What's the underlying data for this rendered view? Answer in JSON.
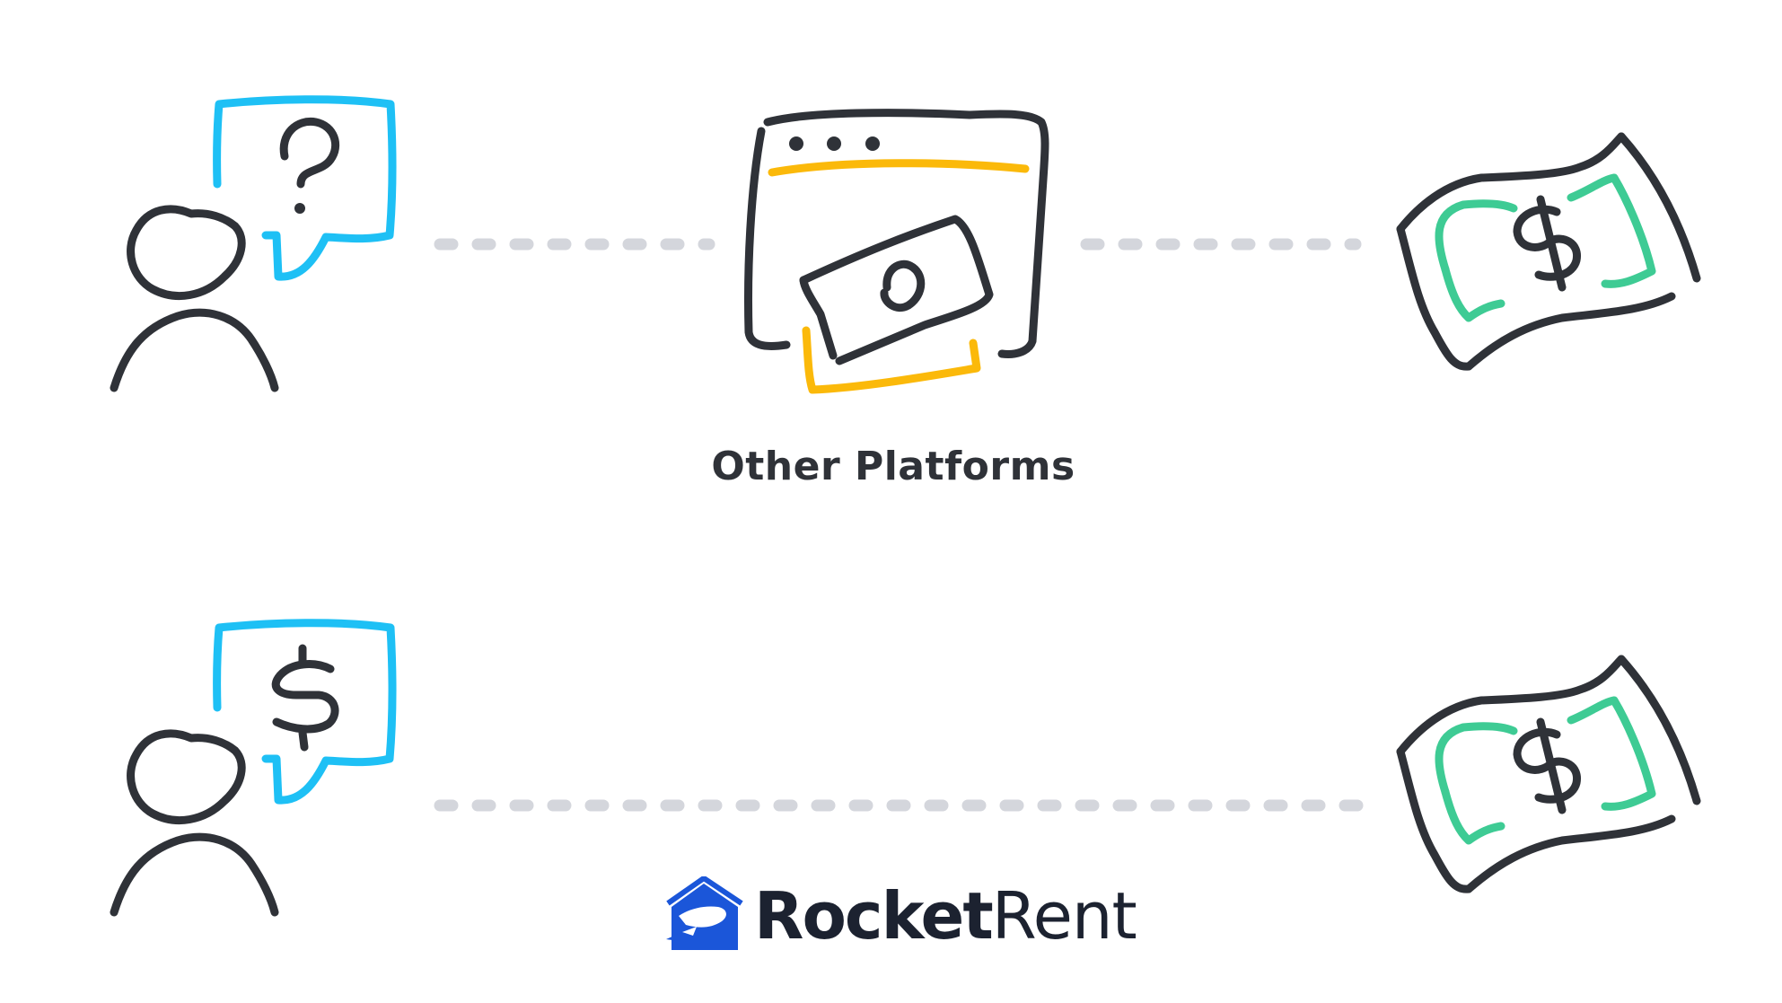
{
  "colors": {
    "ink": "#2f3238",
    "speech_bubble": "#1ec0f5",
    "platform_accent": "#fbb90a",
    "cash": "#3ecb94",
    "connector": "#d4d6dc",
    "brand_blue": "#1b56d9"
  },
  "rows": [
    {
      "user_icon": "user-icon",
      "bubble_icon": "question-mark-icon",
      "middle": {
        "icon": "browser-payment-icon",
        "label": "Other Platforms"
      },
      "end_icon": "cash-bill-icon"
    },
    {
      "user_icon": "user-icon",
      "bubble_icon": "dollar-sign-icon",
      "middle": {
        "icon": "rocket-house-icon",
        "brand_bold": "Rocket",
        "brand_light": "Rent"
      },
      "end_icon": "cash-bill-icon"
    }
  ]
}
